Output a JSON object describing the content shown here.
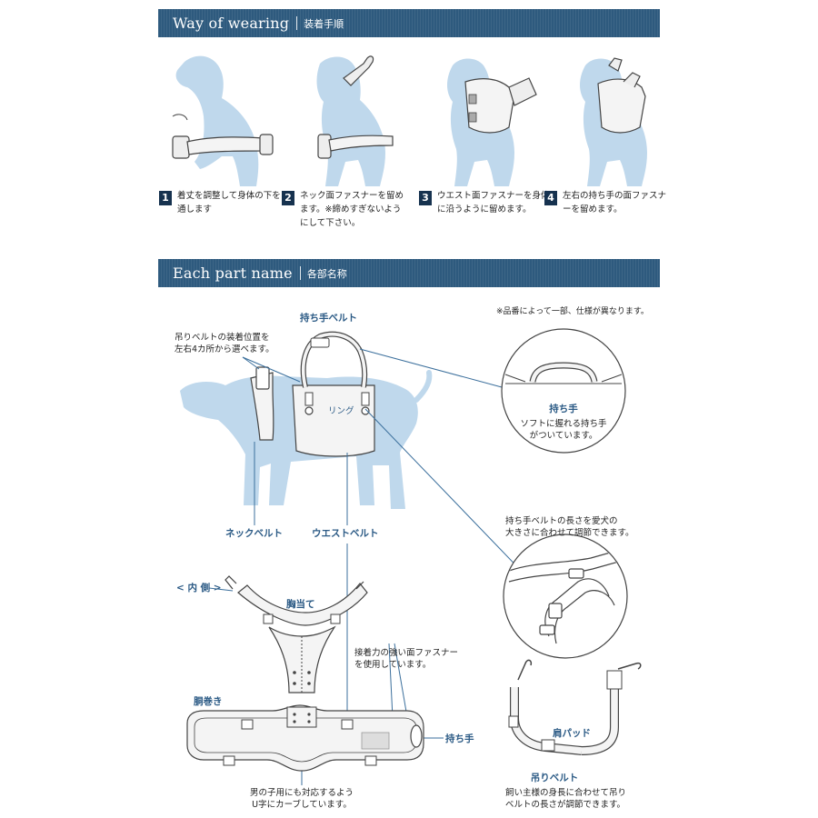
{
  "section_wearing": {
    "title_en": "Way of wearing",
    "title_jp": "装着手順"
  },
  "steps": [
    {
      "num": "1",
      "text": "着丈を調整して身体の下を通します"
    },
    {
      "num": "2",
      "text": "ネック面ファスナーを留めます。※締めすぎないようにして下さい。"
    },
    {
      "num": "3",
      "text": "ウエスト面ファスナーを身体に沿うように留めます。"
    },
    {
      "num": "4",
      "text": "左右の持ち手の面ファスナーを留めます。"
    }
  ],
  "section_parts": {
    "title_en": "Each part name",
    "title_jp": "各部名称"
  },
  "parts": {
    "handle_belt": "持ち手ベルト",
    "note": "※品番によって一部、仕様が異なります。",
    "hang_position_line1": "吊りベルトの装着位置を",
    "hang_position_line2": "左右4カ所から選べます。",
    "ring": "リング",
    "handle_title": "持ち手",
    "handle_desc_line1": "ソフトに握れる持ち手",
    "handle_desc_line2": "がついています。",
    "neck_belt": "ネックベルト",
    "waist_belt": "ウエストベルト",
    "adjust_line1": "持ち手ベルトの長さを愛犬の",
    "adjust_line2": "大きさに合わせて調節できます。",
    "inside": "< 内 側 >",
    "chest_pad": "胸当て",
    "fastener_line1": "接着力の強い面ファスナー",
    "fastener_line2": "を使用しています。",
    "body_wrap": "胴巻き",
    "handle_right": "持ち手",
    "shoulder_pad": "肩パッド",
    "hang_belt": "吊りベルト",
    "hang_desc_line1": "飼い主様の身長に合わせて吊り",
    "hang_desc_line2": "ベルトの長さが調節できます。",
    "ushape_line1": "男の子用にも対応するよう",
    "ushape_line2": "U字にカーブしています。"
  },
  "colors": {
    "banner": "#2e5a7e",
    "dog": "#bfd8ec",
    "label_blue": "#2b5a85",
    "line": "#3b6f9c"
  }
}
